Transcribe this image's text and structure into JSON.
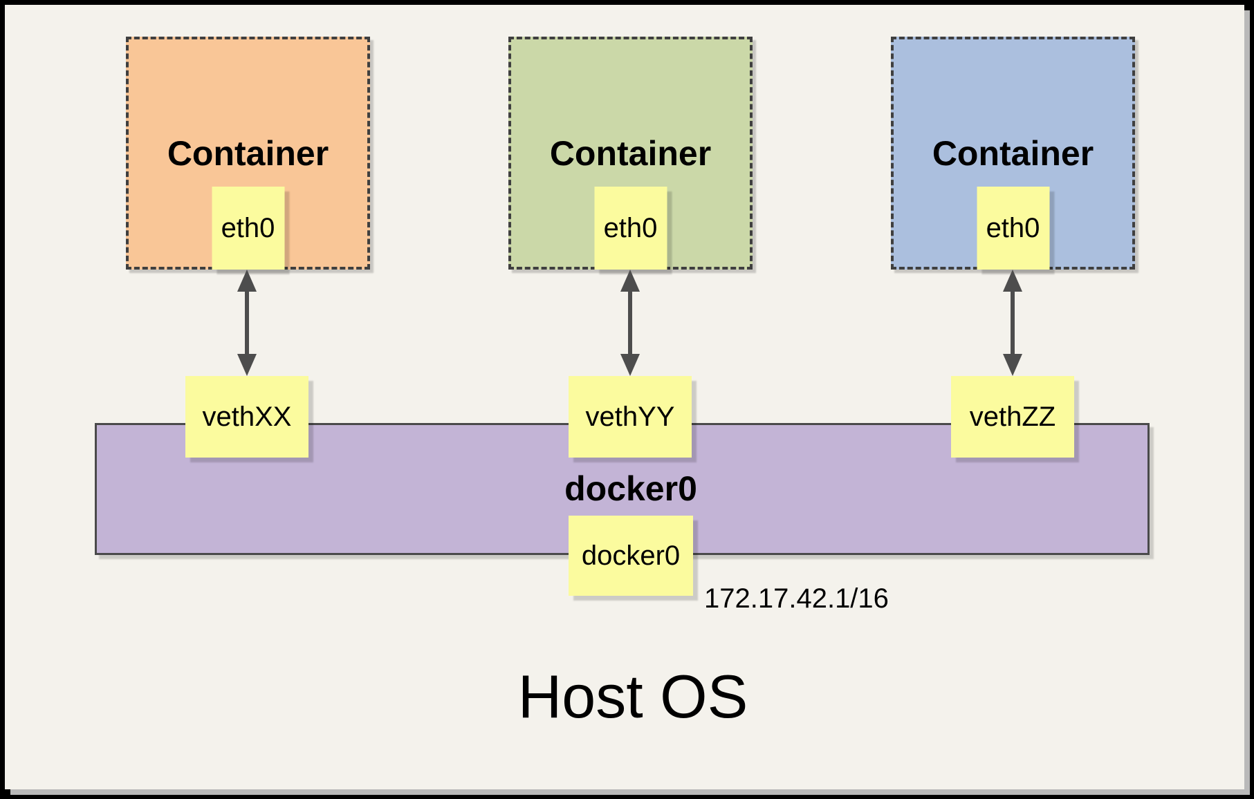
{
  "diagram": {
    "containers": [
      {
        "label": "Container",
        "interface_label": "eth0",
        "veth_label": "vethXX",
        "fill": "#F9C697"
      },
      {
        "label": "Container",
        "interface_label": "eth0",
        "veth_label": "vethYY",
        "fill": "#CBD8A8"
      },
      {
        "label": "Container",
        "interface_label": "eth0",
        "veth_label": "vethZZ",
        "fill": "#ABBFDE"
      }
    ],
    "bridge": {
      "label": "docker0",
      "interface_label": "docker0",
      "ip_address": "172.17.42.1/16",
      "fill": "#C3B4D6"
    },
    "host": {
      "label": "Host OS"
    },
    "colors": {
      "canvas_background": "#F4F2EC",
      "frame": "#000000",
      "note_fill": "#FBFB9E",
      "dashed_border": "#3F3F3F",
      "arrow": "#4D4D4D"
    }
  }
}
